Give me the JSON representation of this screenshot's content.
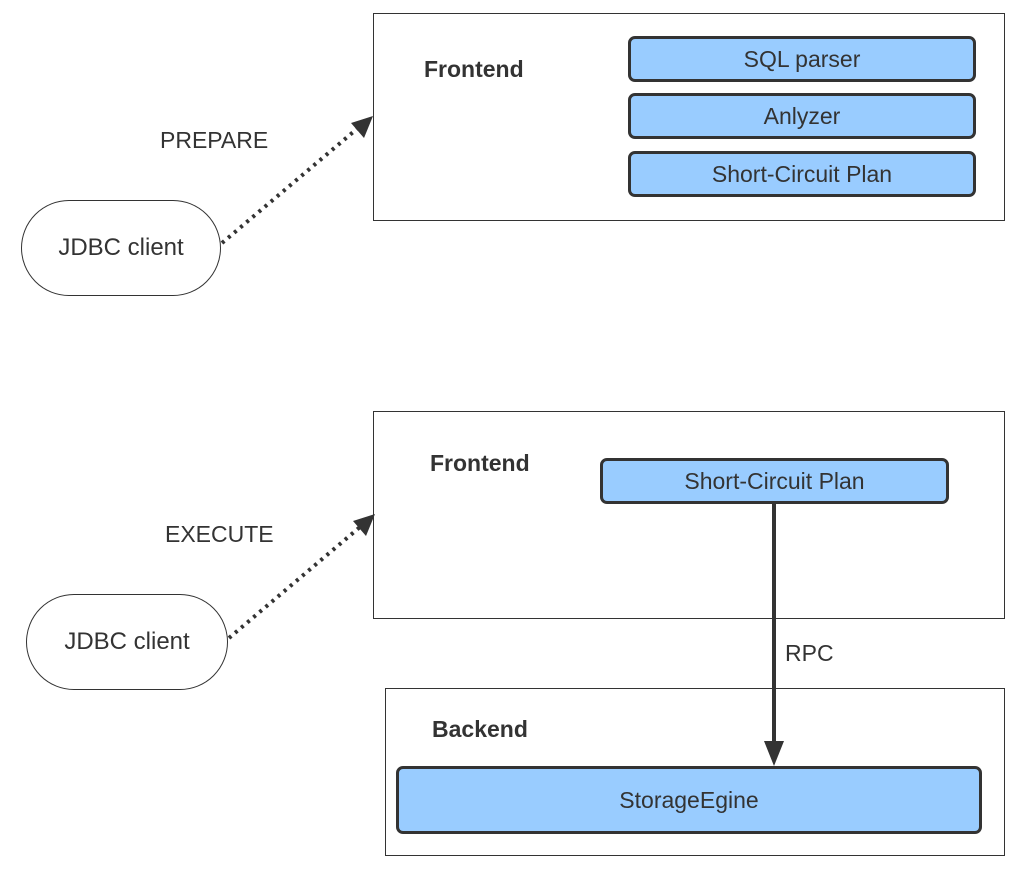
{
  "colors": {
    "block_fill": "#99ccff",
    "stroke": "#333333",
    "text": "#333333"
  },
  "prepare": {
    "edge_label": "PREPARE",
    "client_label": "JDBC client",
    "frontend": {
      "title": "Frontend",
      "blocks": [
        "SQL parser",
        "Anlyzer",
        "Short-Circuit Plan"
      ]
    }
  },
  "execute": {
    "edge_label": "EXECUTE",
    "client_label": "JDBC client",
    "frontend": {
      "title": "Frontend",
      "blocks": [
        "Short-Circuit Plan"
      ]
    },
    "rpc_label": "RPC",
    "backend": {
      "title": "Backend",
      "blocks": [
        "StorageEgine"
      ]
    }
  }
}
